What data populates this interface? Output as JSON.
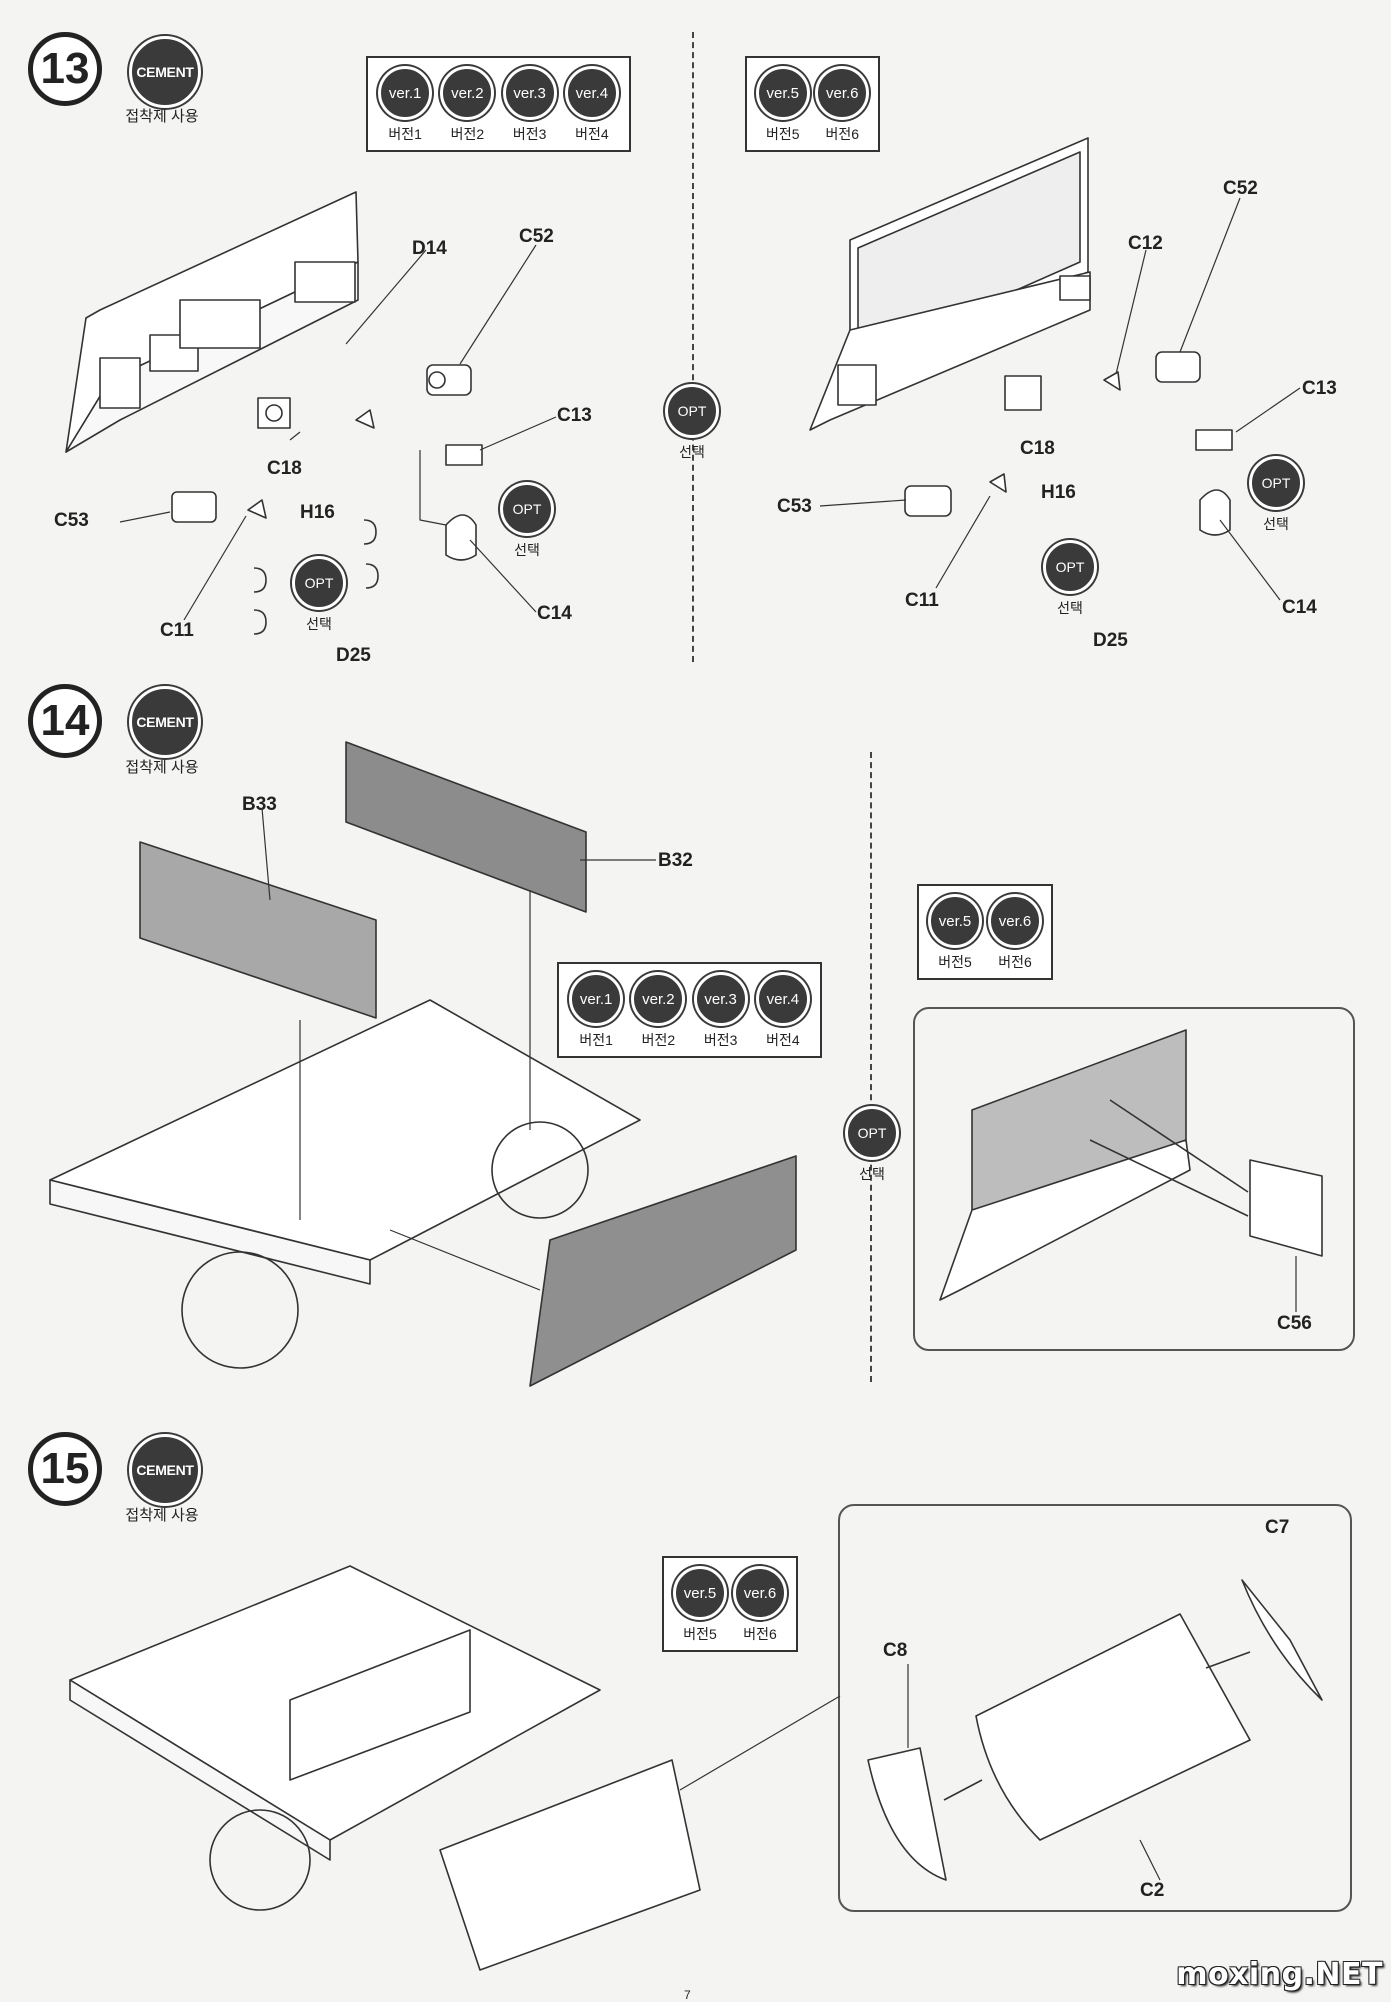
{
  "steps": {
    "s13": {
      "number": "13",
      "cement": "CEMENT",
      "cement_label": "접착제 사용",
      "left_versions": [
        {
          "badge": "ver.1",
          "label": "버전1"
        },
        {
          "badge": "ver.2",
          "label": "버전2"
        },
        {
          "badge": "ver.3",
          "label": "버전3"
        },
        {
          "badge": "ver.4",
          "label": "버전4"
        }
      ],
      "right_versions": [
        {
          "badge": "ver.5",
          "label": "버전5"
        },
        {
          "badge": "ver.6",
          "label": "버전6"
        }
      ],
      "opt": {
        "badge": "OPT",
        "label": "선택"
      },
      "left_parts": [
        "D14",
        "C52",
        "C13",
        "C18",
        "C53",
        "H16",
        "C11",
        "C14",
        "D25"
      ],
      "right_parts": [
        "C52",
        "C12",
        "C13",
        "C18",
        "C53",
        "H16",
        "C11",
        "C14",
        "D25"
      ]
    },
    "s14": {
      "number": "14",
      "cement": "CEMENT",
      "cement_label": "접착제 사용",
      "versions": [
        {
          "badge": "ver.1",
          "label": "버전1"
        },
        {
          "badge": "ver.2",
          "label": "버전2"
        },
        {
          "badge": "ver.3",
          "label": "버전3"
        },
        {
          "badge": "ver.4",
          "label": "버전4"
        }
      ],
      "right_versions": [
        {
          "badge": "ver.5",
          "label": "버전5"
        },
        {
          "badge": "ver.6",
          "label": "버전6"
        }
      ],
      "opt": {
        "badge": "OPT",
        "label": "선택"
      },
      "parts": [
        "B33",
        "B32",
        "C56"
      ]
    },
    "s15": {
      "number": "15",
      "cement": "CEMENT",
      "cement_label": "접착제 사용",
      "versions": [
        {
          "badge": "ver.5",
          "label": "버전5"
        },
        {
          "badge": "ver.6",
          "label": "버전6"
        }
      ],
      "parts": [
        "C7",
        "C8",
        "C2"
      ]
    }
  },
  "page_number": "7",
  "watermark": "moxing.NET"
}
